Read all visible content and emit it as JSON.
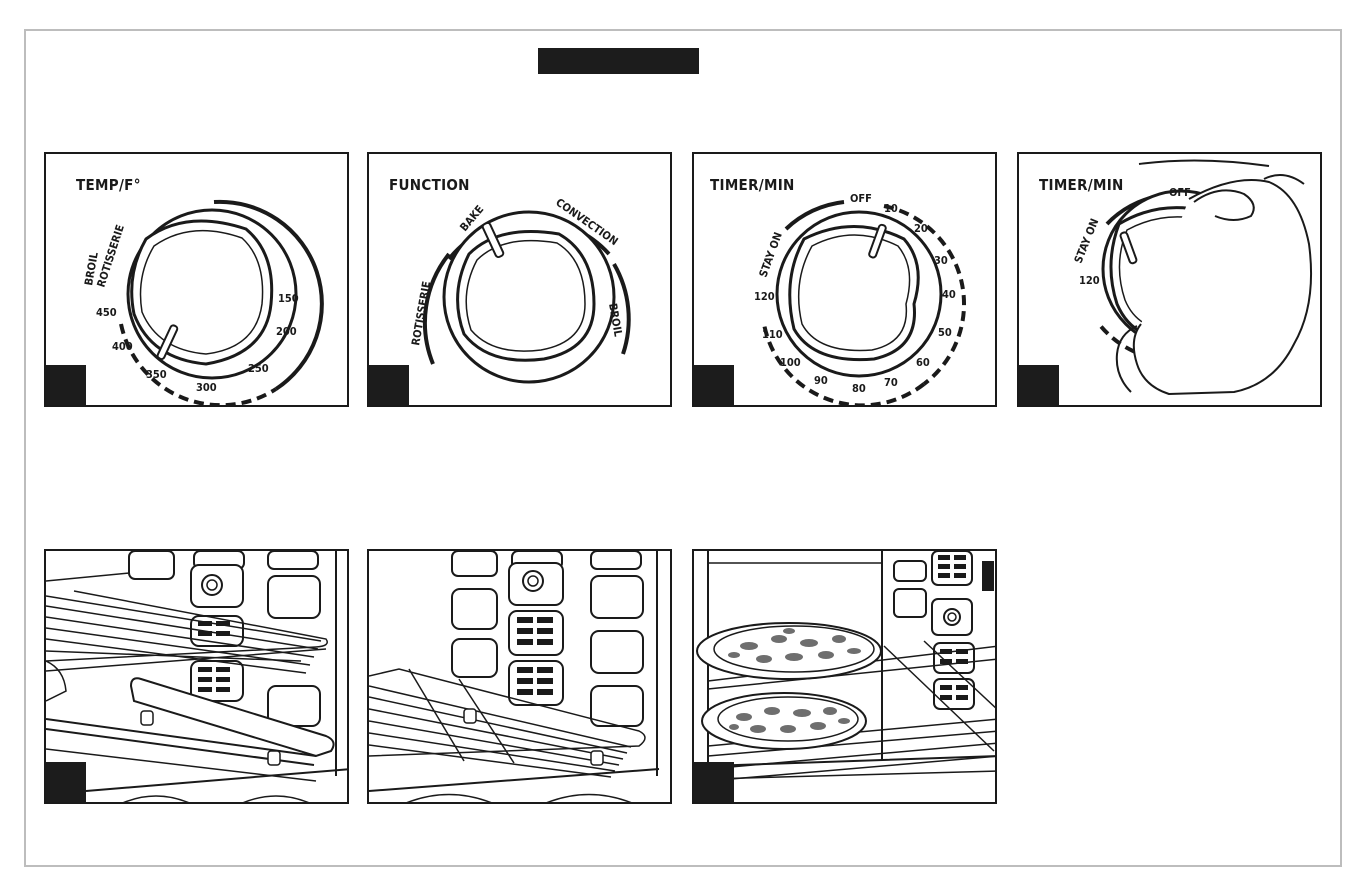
{
  "panels": {
    "temp": {
      "title": "TEMP/F°",
      "label_broil": "BROIL",
      "label_rotisserie": "ROTISSERIE",
      "ticks": [
        "150",
        "200",
        "250",
        "300",
        "350",
        "400",
        "450"
      ]
    },
    "function": {
      "title": "FUNCTION",
      "label_bake": "BAKE",
      "label_convection": "CONVECTION",
      "label_rotisserie": "ROTISSERIE",
      "label_broil": "BROIL"
    },
    "timer": {
      "title": "TIMER/MIN",
      "label_off": "OFF",
      "label_stay_on": "STAY ON",
      "ticks": [
        "10",
        "20",
        "30",
        "40",
        "50",
        "60",
        "70",
        "80",
        "90",
        "100",
        "110",
        "120"
      ]
    },
    "timer_hand": {
      "title": "TIMER/MIN",
      "label_off": "OFF",
      "label_stay_on": "STAY ON",
      "label_120": "120"
    }
  }
}
